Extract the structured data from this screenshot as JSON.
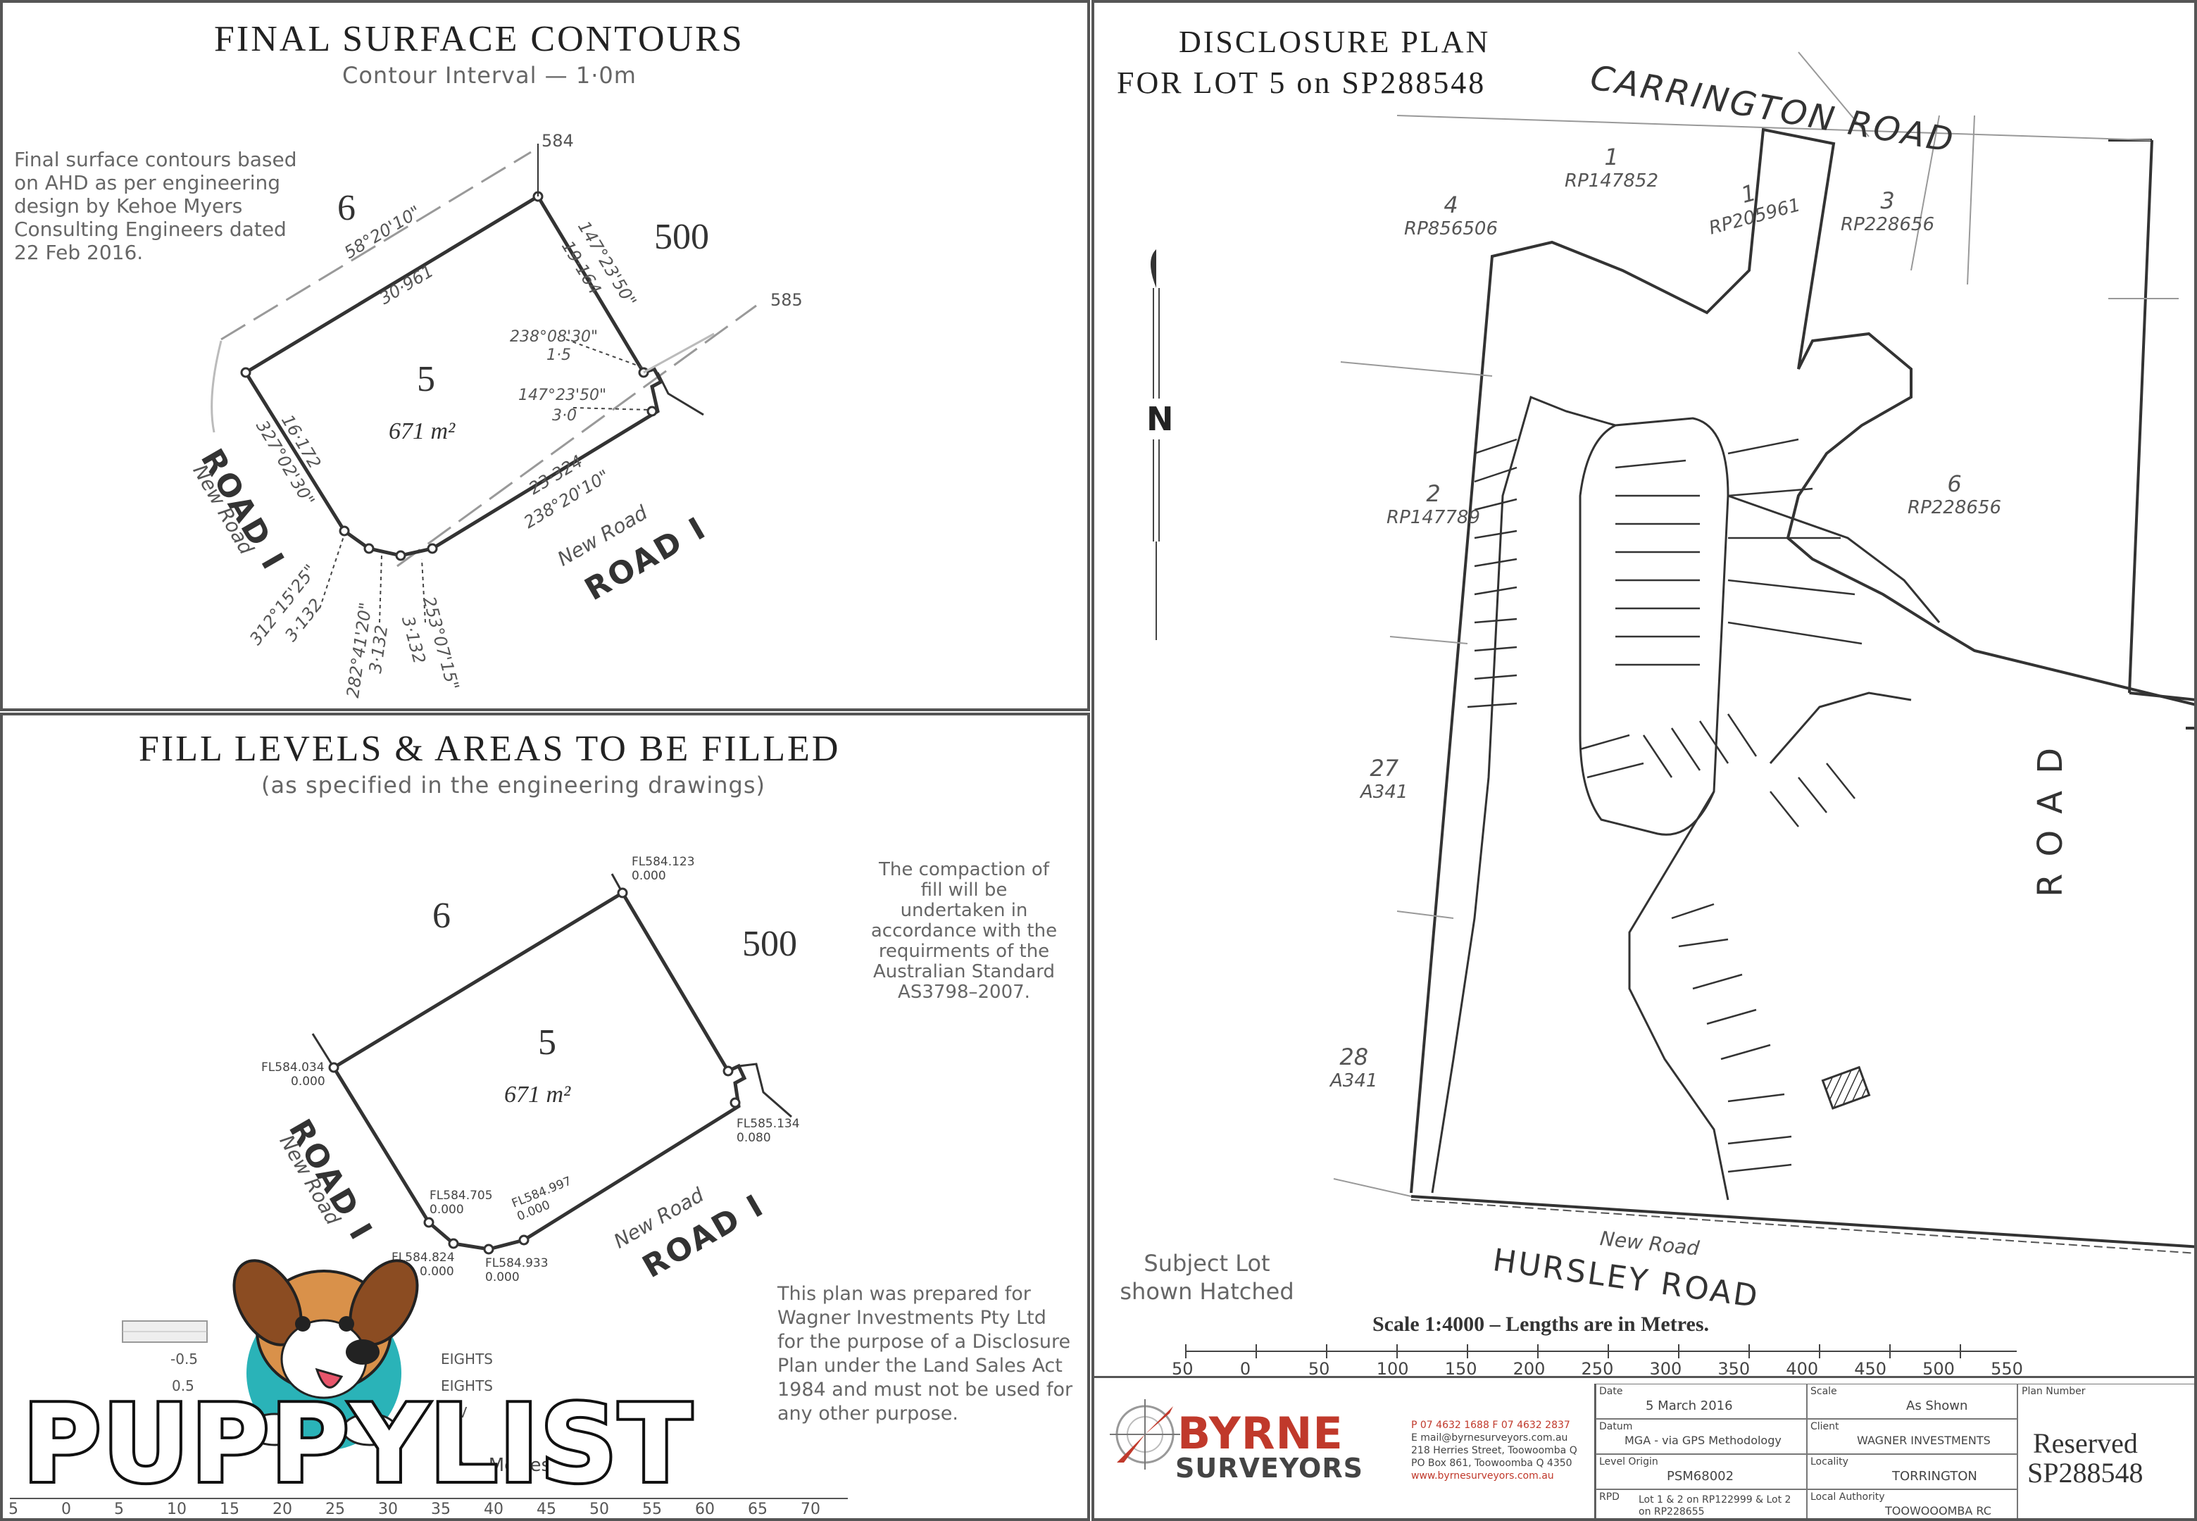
{
  "top_left": {
    "title": "FINAL SURFACE CONTOURS",
    "subtitle": "Contour Interval — 1·0m",
    "note": "Final surface contours based on AHD as per engineering design by Kehoe Myers Consulting Engineers dated 22 Feb 2016.",
    "lot_label": "5",
    "area": "671 m²",
    "neighbors": {
      "north": "6",
      "east": "500"
    },
    "contours": [
      "584",
      "585"
    ],
    "bearings": [
      {
        "bearing": "58°20'10\"",
        "distance": "30·961"
      },
      {
        "bearing": "147°23'50\"",
        "distance": "19·164"
      },
      {
        "bearing": "238°08'30\"",
        "distance": "1·5"
      },
      {
        "bearing": "147°23'50\"",
        "distance": "3·0"
      },
      {
        "bearing": "238°20'10\"",
        "distance": "23·324"
      },
      {
        "bearing": "327°02'30\"",
        "distance": "16·172"
      },
      {
        "bearing": "312°15'25\"",
        "distance": "3·132"
      },
      {
        "bearing": "282°41'20\"",
        "distance": "3·132"
      },
      {
        "bearing": "253°07'15\"",
        "distance": "3·132"
      }
    ],
    "road_left": "ROAD I",
    "road_left_sub": "New Road",
    "road_bottom": "ROAD I",
    "road_bottom_sub": "New Road"
  },
  "bottom_left": {
    "title": "FILL LEVELS & AREAS TO BE FILLED",
    "subtitle": "(as specified in the engineering drawings)",
    "compaction_note": "The compaction of fill will be undertaken in accordance with the requirments of the Australian Standard AS3798–2007.",
    "lot_label": "5",
    "area": "671 m²",
    "neighbors": {
      "north": "6",
      "east": "500"
    },
    "fill_levels": [
      {
        "label": "FL584.123",
        "value": "0.000"
      },
      {
        "label": "FL584.034",
        "value": "0.000"
      },
      {
        "label": "FL585.134",
        "value": "0.080"
      },
      {
        "label": "FL584.705",
        "value": "0.000"
      },
      {
        "label": "FL584.997",
        "value": "0.000"
      },
      {
        "label": "FL584.824",
        "value": "0.000"
      },
      {
        "label": "FL584.933",
        "value": "0.000"
      }
    ],
    "road_left": "ROAD I",
    "road_left_sub": "New Road",
    "road_bottom": "ROAD I",
    "road_bottom_sub": "New Road",
    "prepared_note": "This plan was prepared for Wagner Investments Pty Ltd for the purpose of a Disclosure Plan under the Land Sales Act 1984 and must not be used for any other purpose.",
    "legend_values": [
      "-0.5",
      "0.5"
    ],
    "legend_partial": [
      "EIGHTS",
      "EIGHTS",
      "LEV"
    ],
    "scale_partial": "th... Metres.",
    "scale_ticks": [
      "5",
      "0",
      "5",
      "10",
      "15",
      "20",
      "25",
      "30",
      "35",
      "40",
      "45",
      "50",
      "55",
      "60",
      "65",
      "70"
    ]
  },
  "right": {
    "title_line1": "DISCLOSURE PLAN",
    "title_line2": "FOR LOT 5 on SP288548",
    "north": "N",
    "roads": {
      "top": "CARRINGTON ROAD",
      "right": "ROAD",
      "bottom": "HURSLEY ROAD",
      "bottom_sub": "New Road"
    },
    "parcels": [
      {
        "num": "1",
        "plan": "RP147852"
      },
      {
        "num": "1",
        "plan": "RP205961"
      },
      {
        "num": "3",
        "plan": "RP228656"
      },
      {
        "num": "4",
        "plan": "RP856506"
      },
      {
        "num": "2",
        "plan": "RP147789"
      },
      {
        "num": "6",
        "plan": "RP228656"
      },
      {
        "num": "27",
        "plan": "A341"
      },
      {
        "num": "28",
        "plan": "A341"
      }
    ],
    "subject_note": "Subject Lot shown Hatched",
    "scale_text": "Scale 1:4000  –  Lengths are in Metres.",
    "scale_ticks": [
      "50",
      "0",
      "50",
      "100",
      "150",
      "200",
      "250",
      "300",
      "350",
      "400",
      "450",
      "500",
      "550"
    ]
  },
  "title_block": {
    "company_top": "BYRNE",
    "company_bottom": "SURVEYORS",
    "contact": [
      "P 07 4632 1688  F 07 4632 2837",
      "E mail@byrnesurveyors.com.au",
      "218 Herries Street, Toowoomba Q",
      "PO Box 861, Toowoomba Q 4350",
      "www.byrnesurveyors.com.au"
    ],
    "fields": [
      {
        "label": "Date",
        "value": "5 March 2016"
      },
      {
        "label": "Scale",
        "value": "As Shown"
      },
      {
        "label": "Datum",
        "value": "MGA - via GPS Methodology"
      },
      {
        "label": "Client",
        "value": "WAGNER INVESTMENTS"
      },
      {
        "label": "Level Origin",
        "value": "PSM68002"
      },
      {
        "label": "Locality",
        "value": "TORRINGTON"
      },
      {
        "label": "RPD",
        "value": "Lot 1 & 2 on RP122999 & Lot 2 on RP228655"
      },
      {
        "label": "Local Authority",
        "value": "TOOWOOOMBA RC"
      }
    ],
    "plan_number_label": "Plan Number",
    "plan_number_line1": "Reserved",
    "plan_number_line2": "SP288548"
  },
  "watermark": {
    "text": "PUPPYLIST"
  }
}
